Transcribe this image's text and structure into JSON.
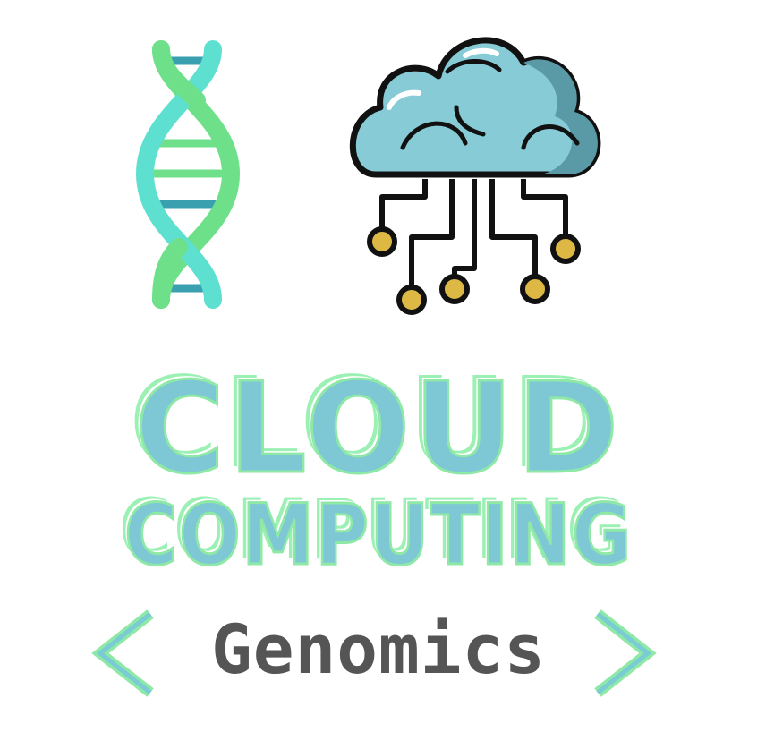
{
  "logo": {
    "title_line1": "CLOUD",
    "title_line2": "COMPUTING",
    "subtitle": "Genomics"
  },
  "icons": {
    "dna": "dna-helix-icon",
    "cloud": "cloud-network-icon",
    "left": "chevron-left-icon",
    "right": "chevron-right-icon"
  },
  "colors": {
    "title_fill": "#7ec8d6",
    "title_stroke": "#8ee8a6",
    "title_shadow": "#9bf0b3",
    "subtitle": "#555555",
    "dna_teal": "#5ee0d0",
    "dna_green": "#6fe08a",
    "dna_rung": "#3aa0b0",
    "cloud_light": "#86cbd6",
    "cloud_dark": "#5a99a6",
    "cloud_outline": "#111111",
    "node_gold": "#ddb845",
    "chevron_teal": "#79cbd4",
    "chevron_green": "#8ee8a6"
  }
}
